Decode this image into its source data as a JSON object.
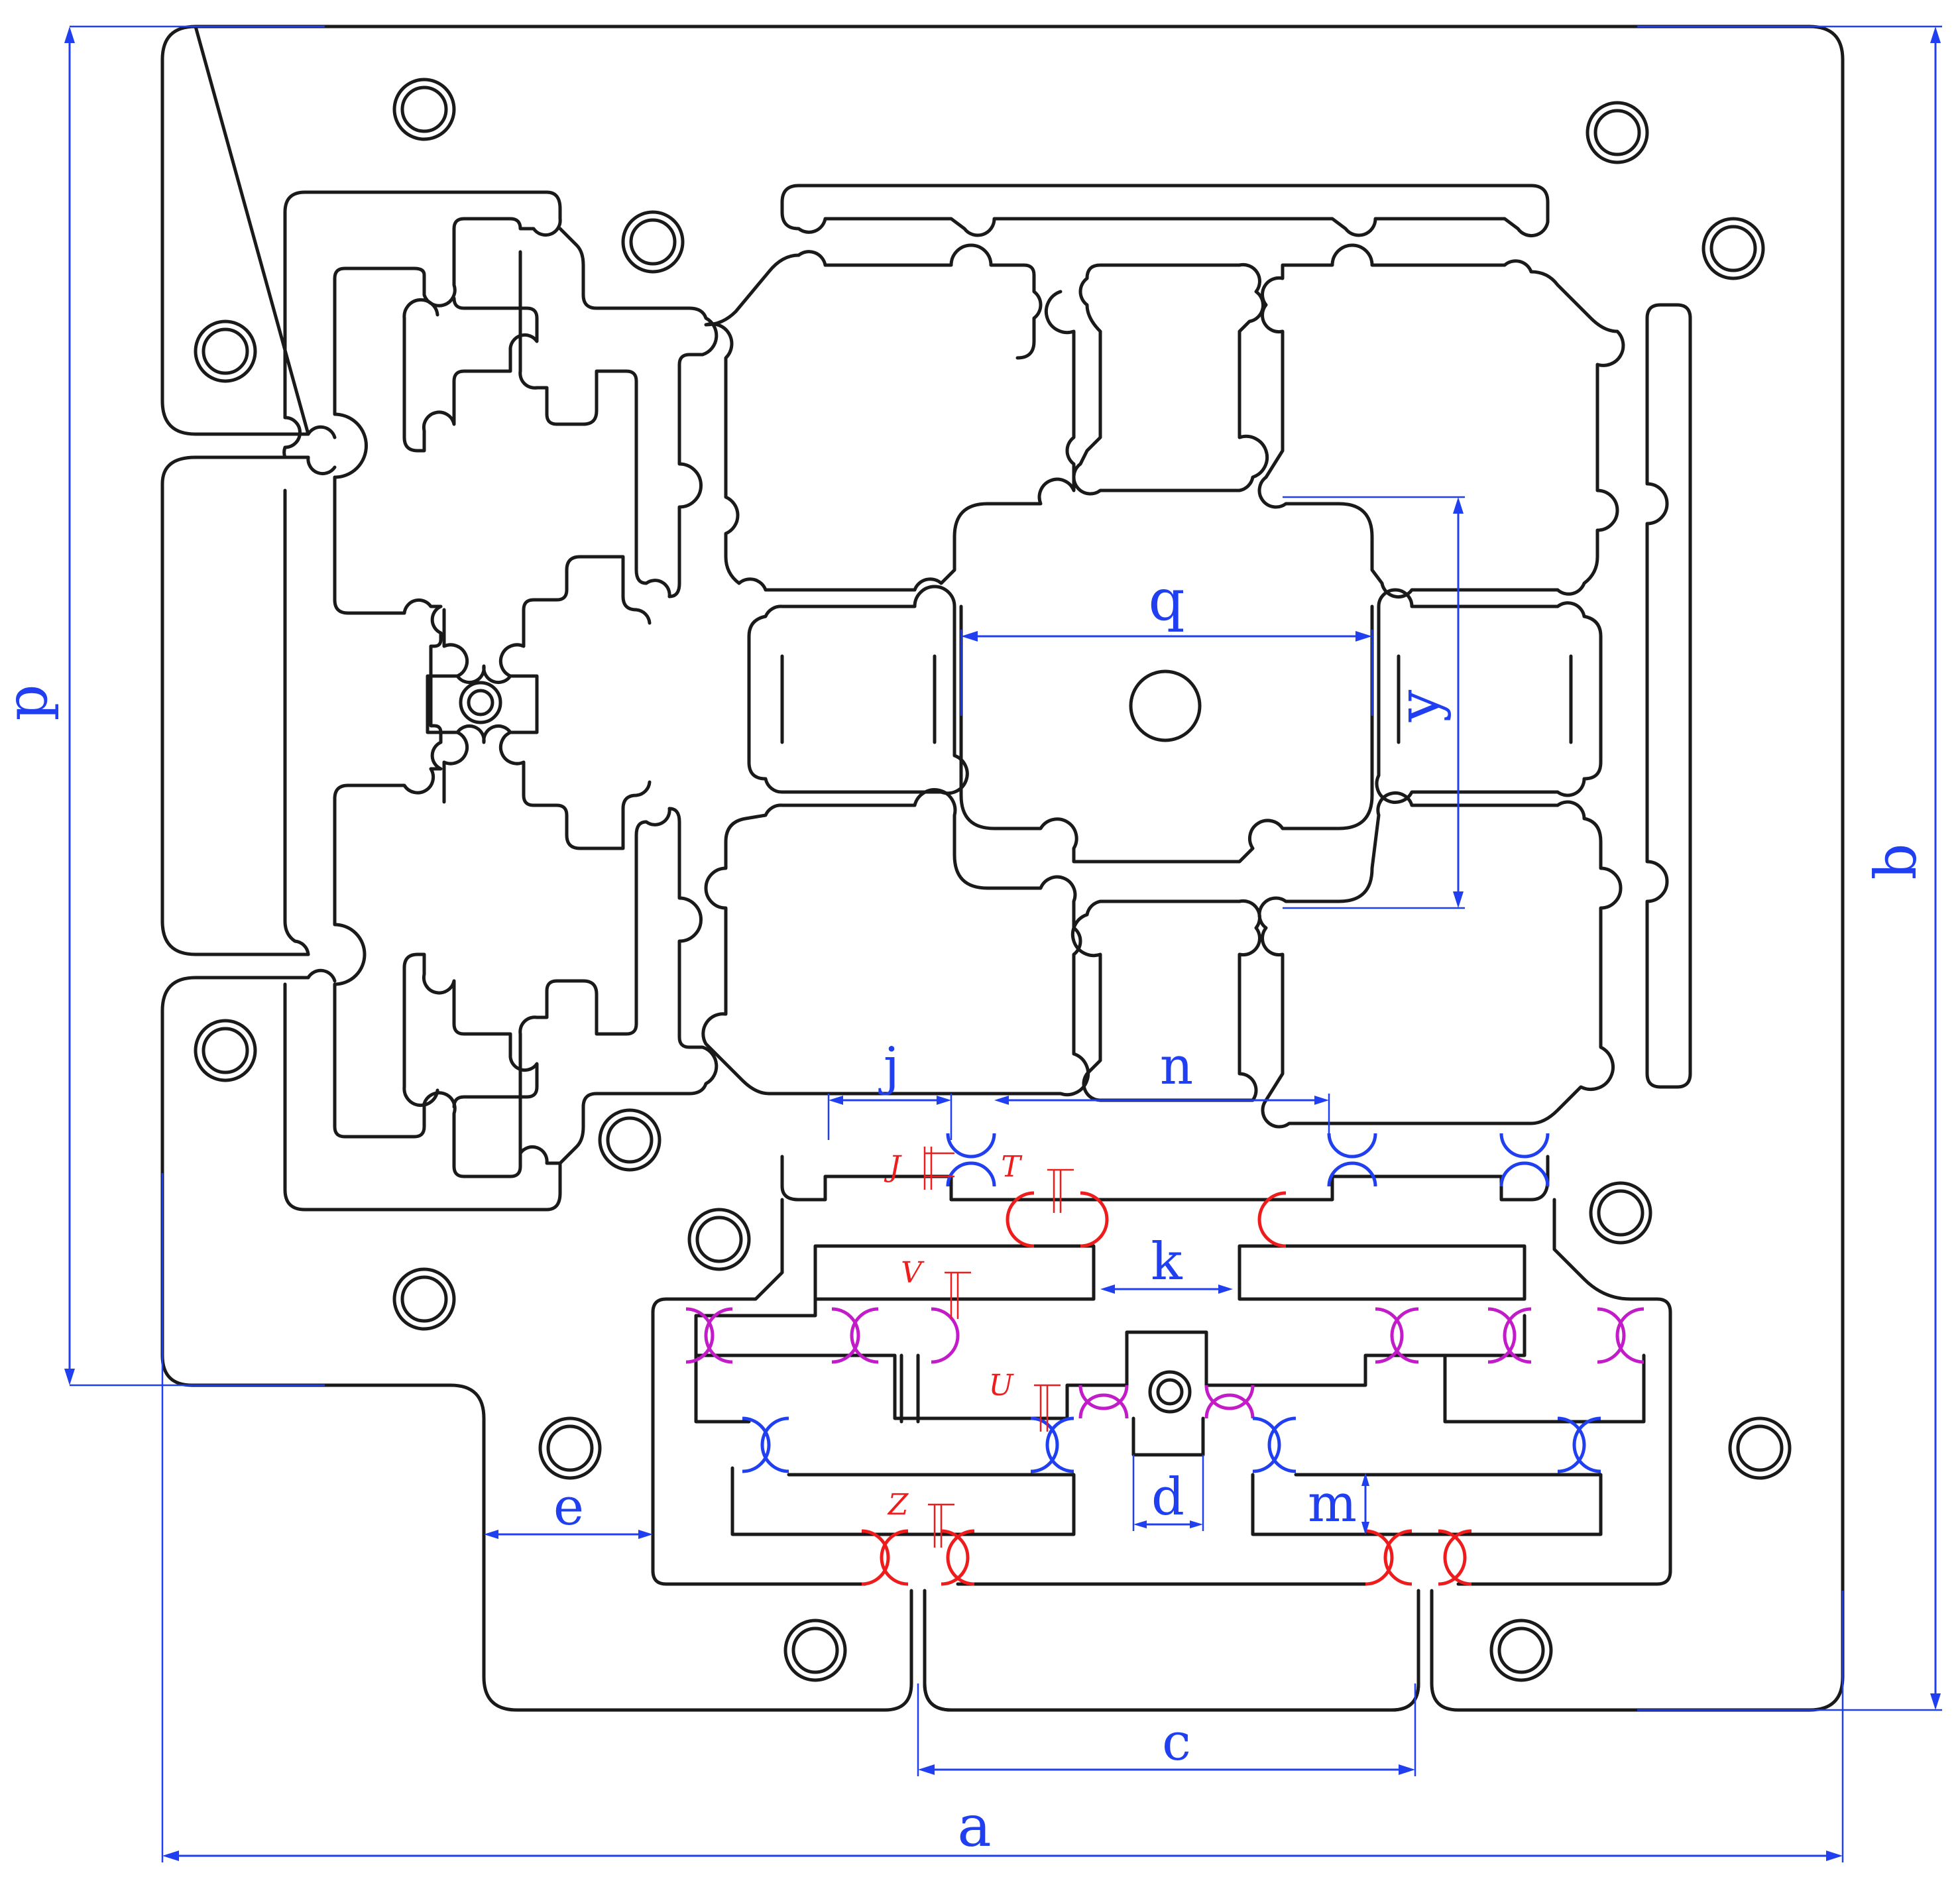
{
  "colors": {
    "outline": "#1a1a1a",
    "dimension": "#1f3ff0",
    "hinge_red": "#ee1c1c",
    "hinge_magenta": "#c21cc9",
    "hinge_blue": "#1f3ff0",
    "background": "#ffffff"
  },
  "dimensions": {
    "a": "a",
    "b": "b",
    "p": "p",
    "q": "q",
    "y": "y",
    "j": "j",
    "n": "n",
    "k": "k",
    "d": "d",
    "m": "m",
    "e": "e",
    "c": "c"
  },
  "hinge_labels": {
    "J": "J",
    "T": "T",
    "V": "V",
    "U": "U",
    "Z": "Z"
  }
}
